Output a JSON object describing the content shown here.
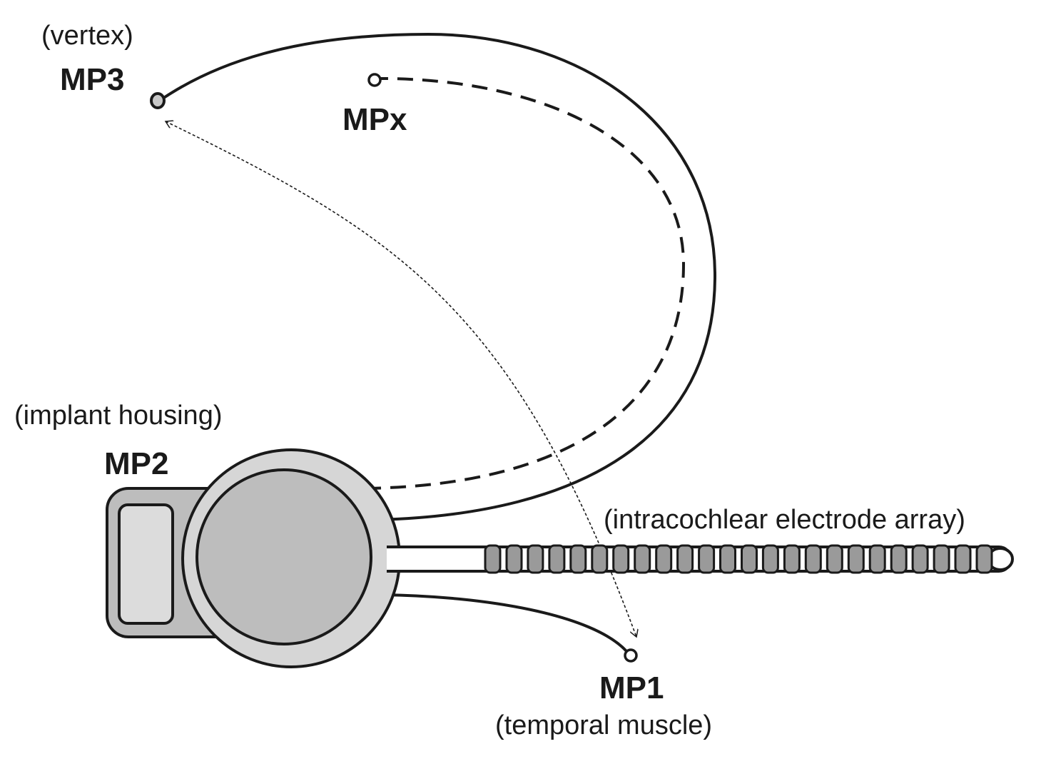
{
  "labels": {
    "mp3": {
      "name": "MP3",
      "desc": "(vertex)"
    },
    "mpx": {
      "name": "MPx"
    },
    "mp2": {
      "name": "MP2",
      "desc": "(implant housing)"
    },
    "mp1": {
      "name": "MP1",
      "desc": "(temporal muscle)"
    },
    "array": {
      "desc": "(intracochlear electrode array)"
    }
  },
  "electrode_array": {
    "contact_count": 24
  },
  "colors": {
    "stroke": "#1a1a1a",
    "housing_fill": "#bdbdbd",
    "housing_ring": "#d6d6d6",
    "coil_fill": "#dcdcdc",
    "contact_fill": "#9a9a9a"
  }
}
